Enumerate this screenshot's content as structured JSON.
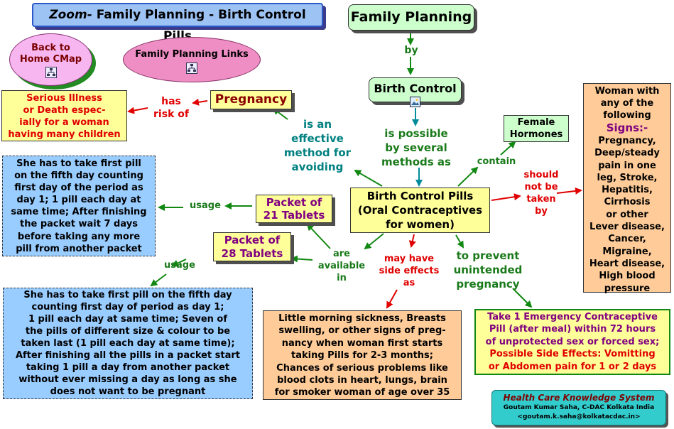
{
  "title": {
    "zoom": "Zoom-",
    "rest": "Family Planning - Birth Control Pills"
  },
  "nav": {
    "back_home": "Back to\nHome CMap",
    "family_links": "Family Planning Links"
  },
  "concepts": {
    "family_planning": "Family Planning",
    "birth_control": "Birth Control",
    "pills": "Birth Control Pills\n(Oral Contraceptives\nfor women)",
    "pregnancy": "Pregnancy",
    "serious_illness": "Serious Illness\nor Death espec-\nially for a woman\nhaving many children",
    "female_hormones": "Female\nHormones",
    "signs_intro": "Woman with\nany of the\nfollowing",
    "signs_label": "Signs:-",
    "signs_list": "Pregnancy,\nDeep/steady\npain in one\nleg, Stroke,\nHepatitis,\nCirrhosis\nor other\nLever disease,\nCancer,\nMigraine,\nHeart disease,\nHigh blood\npressure",
    "packet21": "Packet of\n21 Tablets",
    "packet28": "Packet of\n28 Tablets",
    "usage21": "She has to take first pill\non the fifth day counting\nfirst day of the period as\nday 1; 1 pill each day at\nsame time; After finishing\nthe packet wait 7 days\nbefore taking any more\npill from another packet",
    "usage28": "She has to take first pill on the fifth day\ncounting first day of period as day 1;\n1 pill each day at same time; Seven of\nthe pills of different size & colour to be\ntaken last (1 pill each day at same time);\nAfter finishing all the pills in a packet start\ntaking 1 pill a day from another packet\nwithout ever missing a day as long as she\ndoes not want to be pregnant",
    "side_effects": "Little morning sickness, Breasts\nswelling, or other signs of preg-\nnancy when woman first starts\ntaking Pills for 2-3 months;\nChances of serious problems like\nblood clots in heart, lungs, brain\nfor smoker woman of age over 35",
    "emergency_purple": "Take 1 Emergency Contraceptive\nPill (after meal) within 72 hours\nof unprotected sex or forced sex;",
    "emergency_red": "Possible Side Effects: Vomitting\nor Abdomen pain for 1 or 2 days"
  },
  "links": {
    "by": "by",
    "possible": "is possible\nby several\nmethods as",
    "effective": "is an\neffective\nmethod for\navoiding",
    "risk": "has\nrisk of",
    "contain": "contain",
    "not_taken": "should\nnot be\ntaken\nby",
    "usage_a": "usage",
    "usage_b": "usage",
    "available": "are\navailable\nin",
    "side": "may have\nside effects\nas",
    "prevent": "to prevent\nunintended\npregnancy"
  },
  "credits": {
    "system": "Health Care Knowledge System",
    "author": "Goutam Kumar Saha, C-DAC Kolkata India",
    "email": "<goutam.k.saha@kolkatacdac.in>"
  },
  "colors": {
    "title_bg": "#9dc3f5",
    "home_bg": "#f7b6f0",
    "links_bg": "#ef8ec4",
    "concept_green": "#ccffcc",
    "yellow": "#ffff99",
    "orange": "#ffcc99",
    "blue": "#99ccff",
    "credits_bg": "#33cccc"
  },
  "icons": [
    "concept-map-icon",
    "picture-icon"
  ]
}
